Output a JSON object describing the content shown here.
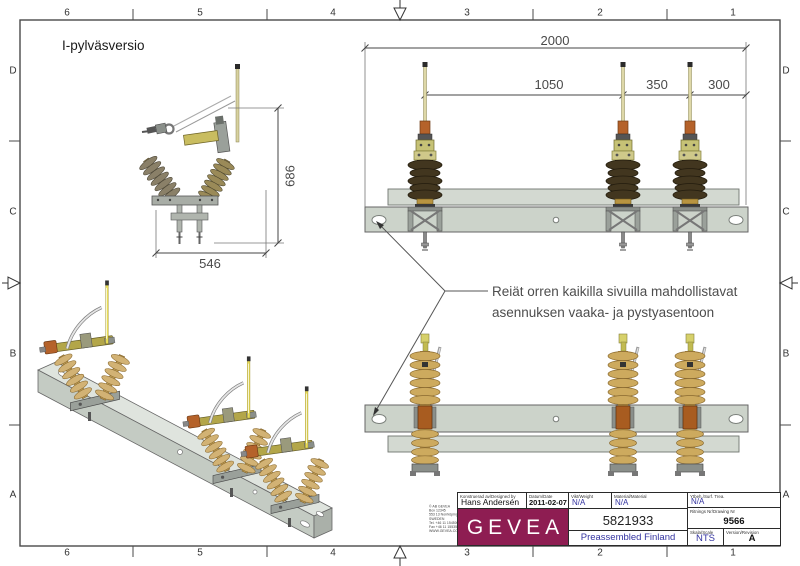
{
  "sheet": {
    "frame": {
      "columns": [
        "6",
        "5",
        "4",
        "3",
        "2",
        "1"
      ],
      "rows": [
        "D",
        "C",
        "B",
        "A"
      ]
    },
    "variant_label": "I-pylväsversio",
    "note": {
      "line1": "Reiät orren kaikilla sivuilla mahdollistavat",
      "line2": "asennuksen vaaka- ja pystyasentoon"
    },
    "dimensions": {
      "overall": "2000",
      "span_a": "1050",
      "span_b": "350",
      "span_c": "300",
      "height": "686",
      "width": "546"
    }
  },
  "title_block": {
    "designed_by_label": "Konstruerad av/Designed by",
    "designed_by": "Hans Andersén",
    "date_label": "Datum/Date",
    "date": "2011-02-07",
    "weight_label": "Vikt/Weight",
    "weight": "N/A",
    "material_label": "Material/Material",
    "material": "N/A",
    "surface_label": "Ytbeh./Surf. Trea.",
    "surface": "N/A",
    "drawing_no_label": "Ritnings Nr/Drawing Nr",
    "drawing_no": "9566",
    "scale_label": "Skala/Scale",
    "scale": "NTS",
    "revision_label": "Version/Revision",
    "revision": "A",
    "part_number": "5821933",
    "part_name": "Preassembled Finland",
    "logo_text": "GEVEA",
    "company_lines": [
      "© AB GEVEA",
      "Box 12345",
      "553 13 Norrköping",
      "SWEDEN",
      "Tel. +46 11 154500",
      "Fax +46 11 155350",
      "WWW.GEVEA.COM"
    ]
  },
  "colors": {
    "logo_bg": "#8e1d52",
    "value_text": "#3333a0",
    "annotation_text": "#4d4d4d",
    "beam": "#ccd3ca",
    "insulator_dark": "#42361f",
    "insulator_tan": "#cdaa5e",
    "rod_yellow": "#e8dc55"
  }
}
